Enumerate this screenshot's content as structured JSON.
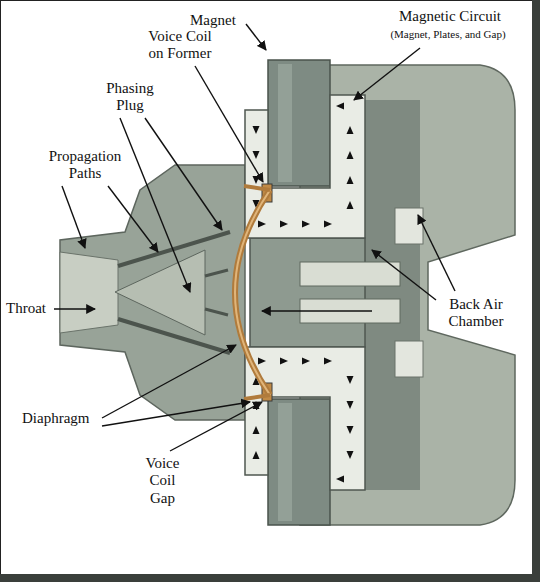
{
  "diagram": {
    "labels": [
      "Magnet",
      "Magnetic Circuit",
      "(Magnet, Plates, and Gap)",
      "Voice Coil on Former",
      "Phasing Plug",
      "Propagation Paths",
      "Throat",
      "Back Air Chamber",
      "Diaphragm",
      "Voice Coil Gap"
    ]
  }
}
